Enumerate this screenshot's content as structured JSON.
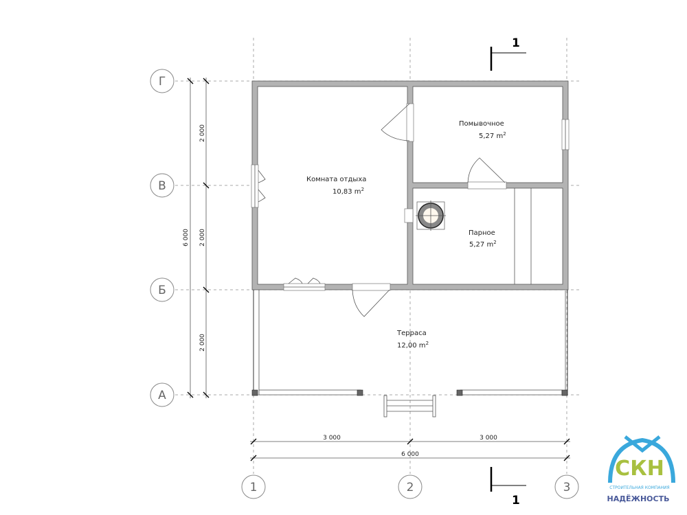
{
  "rooms": [
    {
      "name": "Комната отдыха",
      "area": "10,83 m",
      "unit_sup": "2"
    },
    {
      "name": "Помывочное",
      "area": "5,27 m",
      "unit_sup": "2"
    },
    {
      "name": "Парное",
      "area": "5,27 m",
      "unit_sup": "2"
    },
    {
      "name": "Терраса",
      "area": "12,00 m",
      "unit_sup": "2"
    }
  ],
  "axes_rows": [
    "Г",
    "В",
    "Б",
    "А"
  ],
  "axes_cols": [
    "1",
    "2",
    "3"
  ],
  "dimensions": {
    "vertical_total": "6 000",
    "vertical_segments": [
      "2 000",
      "2 000",
      "2 000"
    ],
    "horizontal_segments": [
      "3 000",
      "3 000"
    ],
    "horizontal_total": "6 000"
  },
  "section_marks": [
    "1",
    "1"
  ],
  "logo": {
    "letters": "СКН",
    "line1": "СТРОИТЕЛЬНАЯ КОМПАНИЯ",
    "line2": "НАДЁЖНОСТЬ",
    "colors": {
      "roof": "#3aa8dc",
      "letters": "#a8c040",
      "text": "#4a5a9a"
    }
  }
}
